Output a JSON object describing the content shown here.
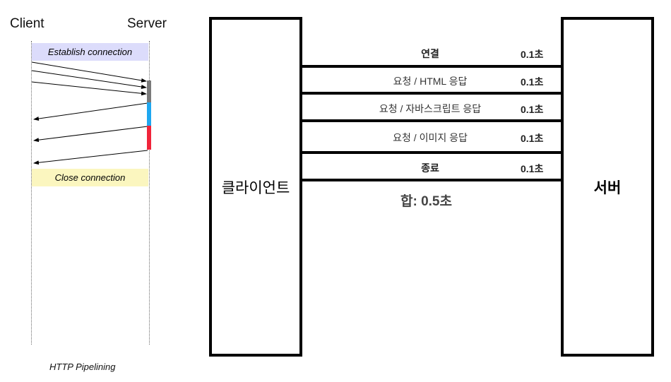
{
  "pipelining": {
    "client_label": "Client",
    "server_label": "Server",
    "establish_label": "Establish connection",
    "close_label": "Close connection",
    "caption": "HTTP Pipelining",
    "colors": {
      "establish_band": "#dcdcfb",
      "close_band": "#fbf6bf",
      "segment_gray": "#7a7a7a",
      "segment_blue": "#1ea7f0",
      "segment_red": "#f0243a"
    }
  },
  "http_diagram": {
    "client_label": "클라이언트",
    "server_label": "서버",
    "steps": [
      {
        "label": "연결",
        "duration": "0.1초"
      },
      {
        "label": "요청 / HTML 응답",
        "duration": "0.1초"
      },
      {
        "label": "요청 / 자바스크립트 응답",
        "duration": "0.1초"
      },
      {
        "label": "요청 / 이미지 응답",
        "duration": "0.1초"
      },
      {
        "label": "종료",
        "duration": "0.1초"
      }
    ],
    "total": "합: 0.5초"
  }
}
